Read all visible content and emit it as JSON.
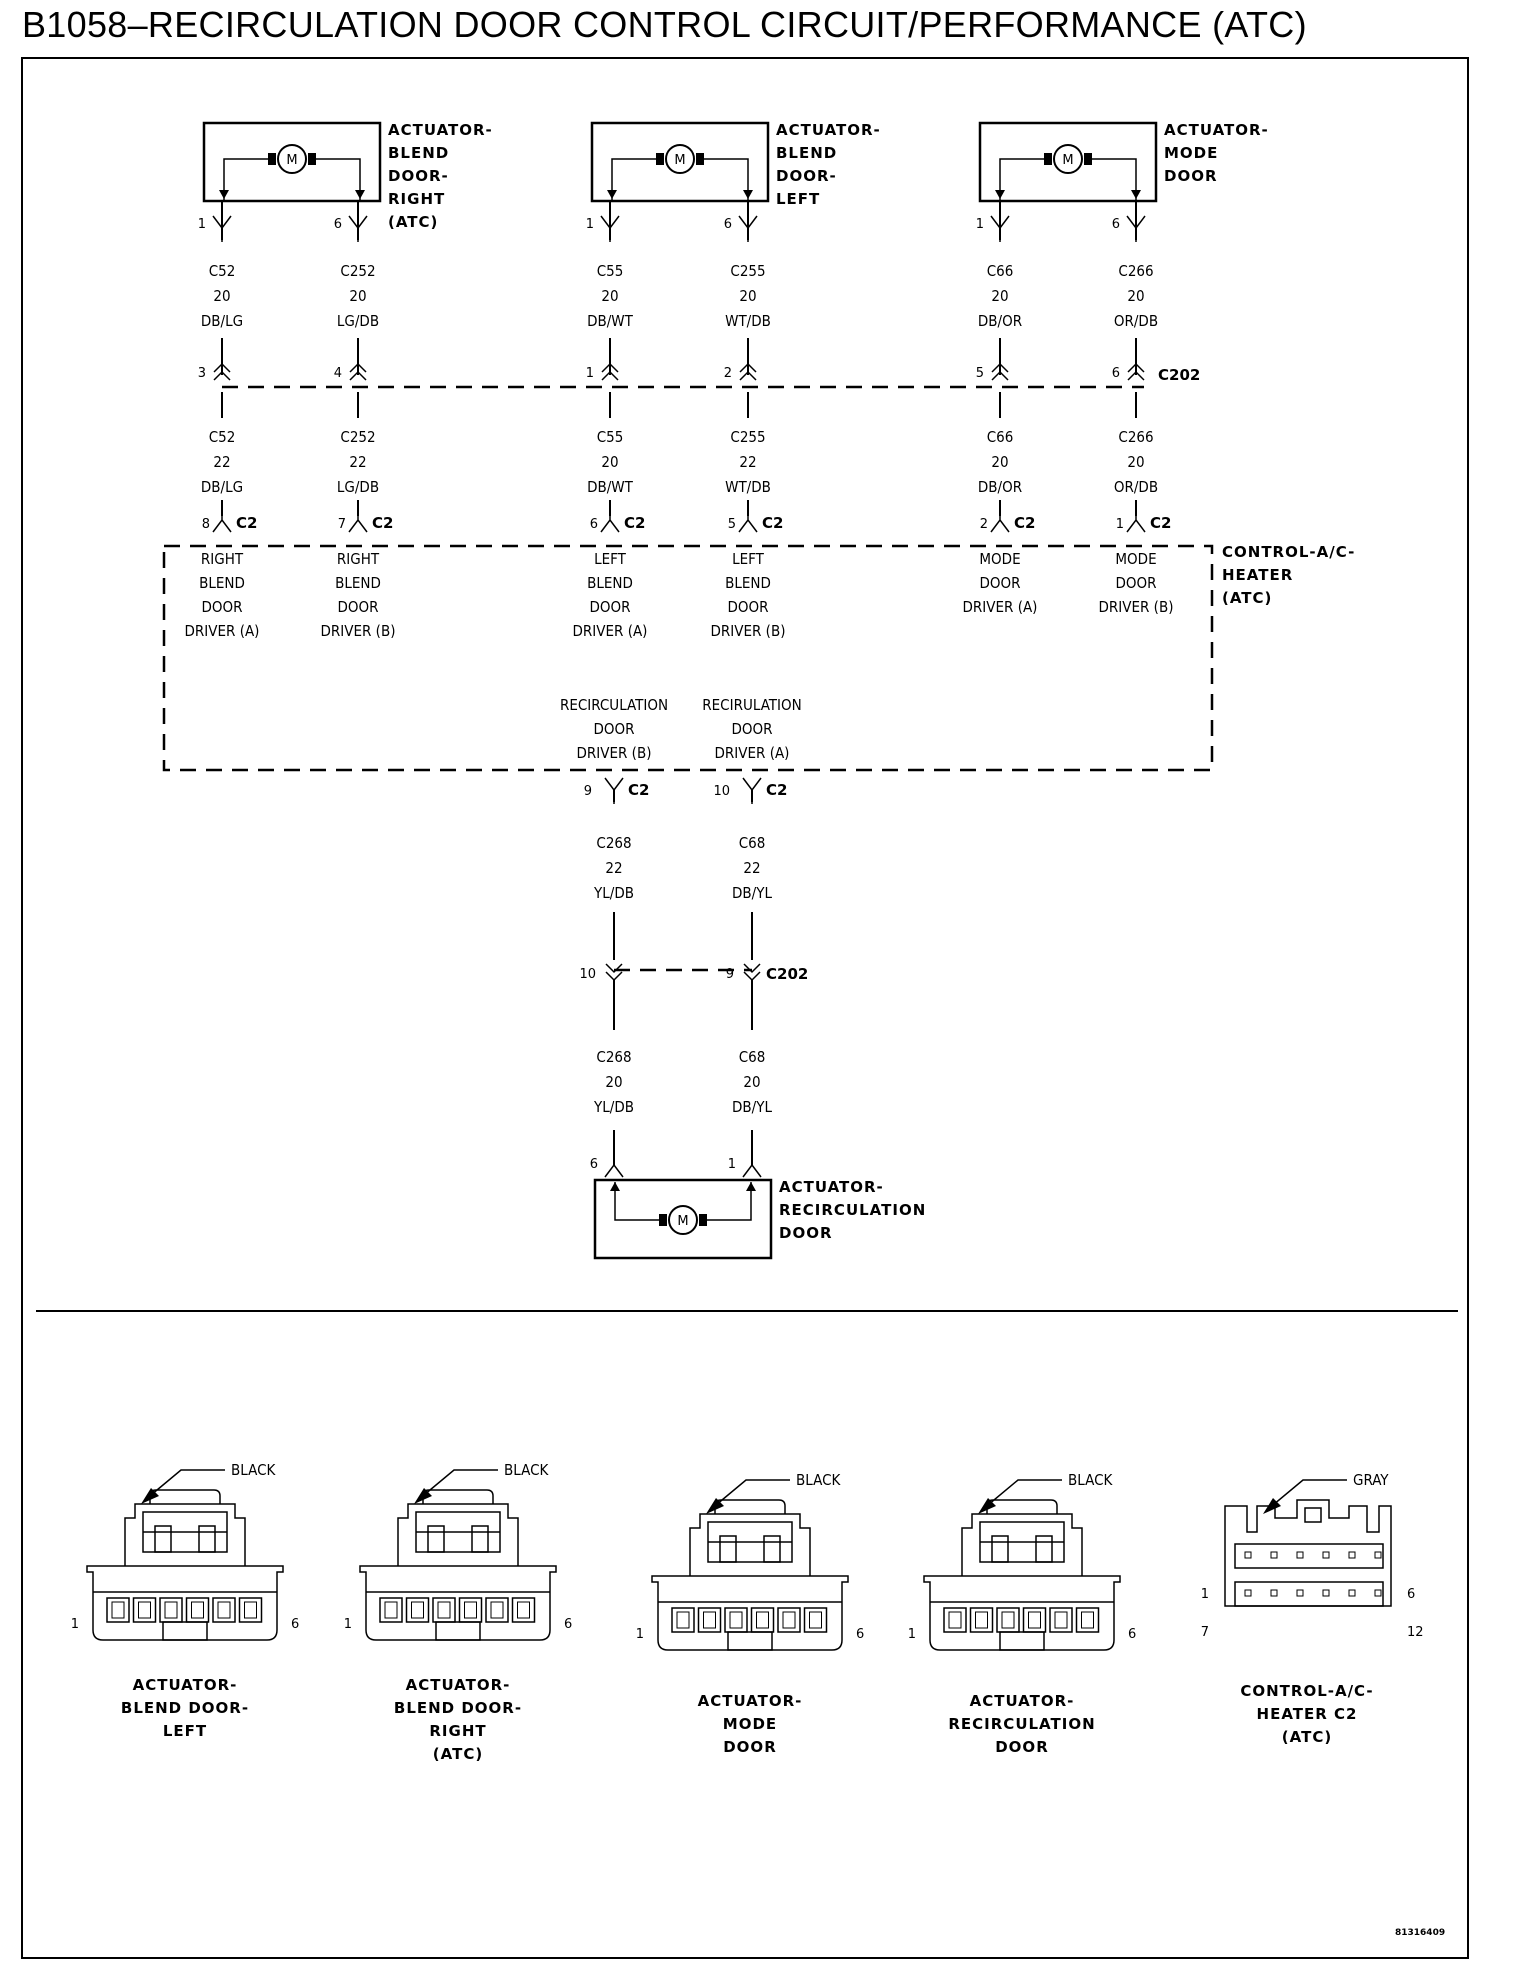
{
  "title": "B1058–RECIRCULATION DOOR CONTROL CIRCUIT/PERFORMANCE (ATC)",
  "motor_symbol": "M",
  "actuators": {
    "blend_right": [
      "ACTUATOR-",
      "BLEND",
      "DOOR-",
      "RIGHT",
      "(ATC)"
    ],
    "blend_left": [
      "ACTUATOR-",
      "BLEND",
      "DOOR-",
      "LEFT"
    ],
    "mode": [
      "ACTUATOR-",
      "MODE",
      "DOOR"
    ],
    "recirc": [
      "ACTUATOR-",
      "RECIRCULATION",
      "DOOR"
    ]
  },
  "control_module": [
    "CONTROL-A/C-",
    "HEATER",
    "(ATC)"
  ],
  "connectors": {
    "c202": "C202",
    "c2": "C2"
  },
  "top_columns": [
    {
      "pin_top": "1",
      "upper": [
        "C52",
        "20",
        "DB/LG"
      ],
      "pin_mid": "3",
      "lower": [
        "C52",
        "22",
        "DB/LG"
      ],
      "pin_c2": "8",
      "driver": [
        "RIGHT",
        "BLEND",
        "DOOR",
        "DRIVER (A)"
      ]
    },
    {
      "pin_top": "6",
      "upper": [
        "C252",
        "20",
        "LG/DB"
      ],
      "pin_mid": "4",
      "lower": [
        "C252",
        "22",
        "LG/DB"
      ],
      "pin_c2": "7",
      "driver": [
        "RIGHT",
        "BLEND",
        "DOOR",
        "DRIVER (B)"
      ]
    },
    {
      "pin_top": "1",
      "upper": [
        "C55",
        "20",
        "DB/WT"
      ],
      "pin_mid": "1",
      "lower": [
        "C55",
        "20",
        "DB/WT"
      ],
      "pin_c2": "6",
      "driver": [
        "LEFT",
        "BLEND",
        "DOOR",
        "DRIVER (A)"
      ]
    },
    {
      "pin_top": "6",
      "upper": [
        "C255",
        "20",
        "WT/DB"
      ],
      "pin_mid": "2",
      "lower": [
        "C255",
        "22",
        "WT/DB"
      ],
      "pin_c2": "5",
      "driver": [
        "LEFT",
        "BLEND",
        "DOOR",
        "DRIVER (B)"
      ]
    },
    {
      "pin_top": "1",
      "upper": [
        "C66",
        "20",
        "DB/OR"
      ],
      "pin_mid": "5",
      "lower": [
        "C66",
        "20",
        "DB/OR"
      ],
      "pin_c2": "2",
      "driver": [
        "MODE",
        "DOOR",
        "DRIVER (A)"
      ]
    },
    {
      "pin_top": "6",
      "upper": [
        "C266",
        "20",
        "OR/DB"
      ],
      "pin_mid": "6",
      "lower": [
        "C266",
        "20",
        "OR/DB"
      ],
      "pin_c2": "1",
      "driver": [
        "MODE",
        "DOOR",
        "DRIVER (B)"
      ]
    }
  ],
  "recirc_columns": [
    {
      "driver": [
        "RECIRCULATION",
        "DOOR",
        "DRIVER (B)"
      ],
      "pin_c2": "9",
      "upper": [
        "C268",
        "22",
        "YL/DB"
      ],
      "pin_c202": "10",
      "lower": [
        "C268",
        "20",
        "YL/DB"
      ],
      "pin_act": "6"
    },
    {
      "driver": [
        "RECIRULATION",
        "DOOR",
        "DRIVER (A)"
      ],
      "pin_c2": "10",
      "upper": [
        "C68",
        "22",
        "DB/YL"
      ],
      "pin_c202": "9",
      "lower": [
        "C68",
        "20",
        "DB/YL"
      ],
      "pin_act": "1"
    }
  ],
  "connector_views": [
    {
      "color": "BLACK",
      "pins": [
        "1",
        "6"
      ],
      "caption": [
        "ACTUATOR-",
        "BLEND DOOR-",
        "LEFT"
      ]
    },
    {
      "color": "BLACK",
      "pins": [
        "1",
        "6"
      ],
      "caption": [
        "ACTUATOR-",
        "BLEND DOOR-",
        "RIGHT",
        "(ATC)"
      ]
    },
    {
      "color": "BLACK",
      "pins": [
        "1",
        "6"
      ],
      "caption": [
        "ACTUATOR-",
        "MODE",
        "DOOR"
      ]
    },
    {
      "color": "BLACK",
      "pins": [
        "1",
        "6"
      ],
      "caption": [
        "ACTUATOR-",
        "RECIRCULATION",
        "DOOR"
      ]
    },
    {
      "color": "GRAY",
      "pins": [
        "1",
        "6",
        "7",
        "12"
      ],
      "caption": [
        "CONTROL-A/C-",
        "HEATER C2",
        "(ATC)"
      ]
    }
  ],
  "figure_id": "81316409"
}
